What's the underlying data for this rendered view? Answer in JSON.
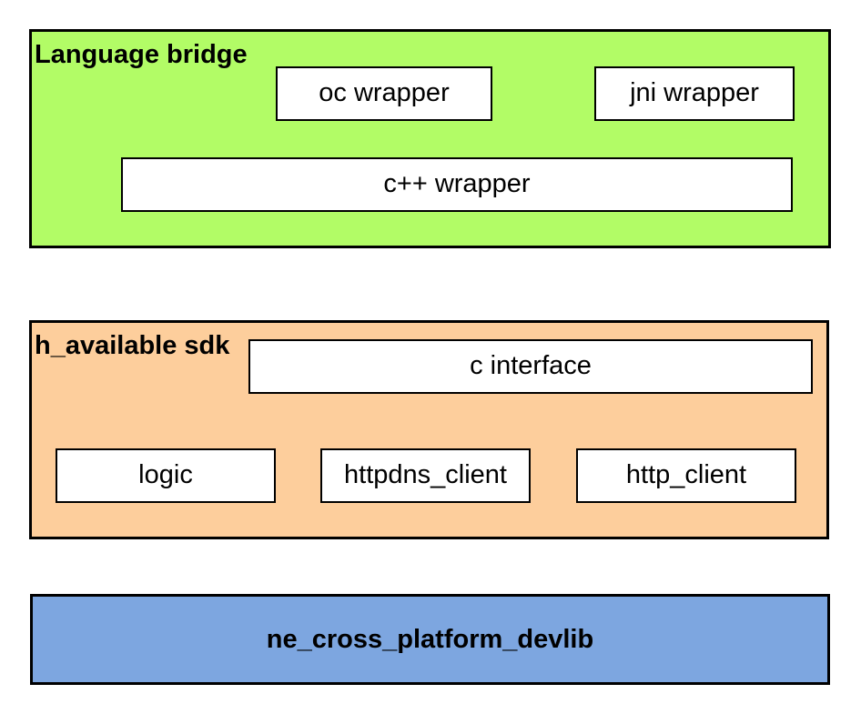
{
  "diagram": {
    "background_color": "#FFFFFF",
    "border_color": "#000000",
    "text_color": "#000000",
    "bridge": {
      "label": "Language bridge",
      "bg": "#B2FC66",
      "boxes": {
        "oc": "oc wrapper",
        "jni": "jni wrapper",
        "cpp": "c++ wrapper"
      }
    },
    "sdk": {
      "label": "h_available sdk",
      "bg": "#FDCE9C",
      "boxes": {
        "c_interface": "c interface",
        "logic": "logic",
        "httpdns": "httpdns_client",
        "http": "http_client"
      }
    },
    "devlib": {
      "label": "ne_cross_platform_devlib",
      "bg": "#7DA6E0"
    }
  }
}
